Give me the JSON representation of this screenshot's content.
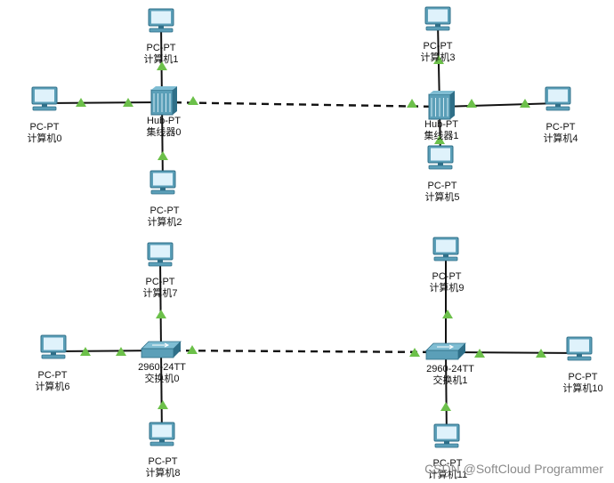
{
  "devices": {
    "pc0": {
      "type": "PC-PT",
      "name": "计算机0"
    },
    "pc1": {
      "type": "PC-PT",
      "name": "计算机1"
    },
    "pc2": {
      "type": "PC-PT",
      "name": "计算机2"
    },
    "pc3": {
      "type": "PC-PT",
      "name": "计算机3"
    },
    "pc4": {
      "type": "PC-PT",
      "name": "计算机4"
    },
    "pc5": {
      "type": "PC-PT",
      "name": "计算机5"
    },
    "pc6": {
      "type": "PC-PT",
      "name": "计算机6"
    },
    "pc7": {
      "type": "PC-PT",
      "name": "计算机7"
    },
    "pc8": {
      "type": "PC-PT",
      "name": "计算机8"
    },
    "pc9": {
      "type": "PC-PT",
      "name": "计算机9"
    },
    "pc10": {
      "type": "PC-PT",
      "name": "计算机10"
    },
    "pc11": {
      "type": "PC-PT",
      "name": "计算机11"
    },
    "hub0": {
      "type": "Hub-PT",
      "name": "集线器0"
    },
    "hub1": {
      "type": "Hub-PT",
      "name": "集线器1"
    },
    "sw0": {
      "type": "2960-24TT",
      "name": "交换机0"
    },
    "sw1": {
      "type": "2960-24TT",
      "name": "交换机1"
    }
  },
  "links": [
    {
      "from": "pc1",
      "to": "hub0",
      "style": "solid"
    },
    {
      "from": "pc0",
      "to": "hub0",
      "style": "solid"
    },
    {
      "from": "pc2",
      "to": "hub0",
      "style": "solid"
    },
    {
      "from": "hub0",
      "to": "hub1",
      "style": "dashed"
    },
    {
      "from": "pc3",
      "to": "hub1",
      "style": "solid"
    },
    {
      "from": "pc4",
      "to": "hub1",
      "style": "solid"
    },
    {
      "from": "pc5",
      "to": "hub1",
      "style": "solid"
    },
    {
      "from": "pc7",
      "to": "sw0",
      "style": "solid"
    },
    {
      "from": "pc6",
      "to": "sw0",
      "style": "solid"
    },
    {
      "from": "pc8",
      "to": "sw0",
      "style": "solid"
    },
    {
      "from": "sw0",
      "to": "sw1",
      "style": "dashed"
    },
    {
      "from": "pc9",
      "to": "sw1",
      "style": "solid"
    },
    {
      "from": "pc10",
      "to": "sw1",
      "style": "solid"
    },
    {
      "from": "pc11",
      "to": "sw1",
      "style": "solid"
    }
  ],
  "colors": {
    "link": "#111111",
    "link_up": "#6cc04a",
    "device_body": "#5b9fb8",
    "device_dark": "#2f6f88",
    "screen": "#dff2fb"
  },
  "watermark": "CSDN @SoftCloud Programmer"
}
